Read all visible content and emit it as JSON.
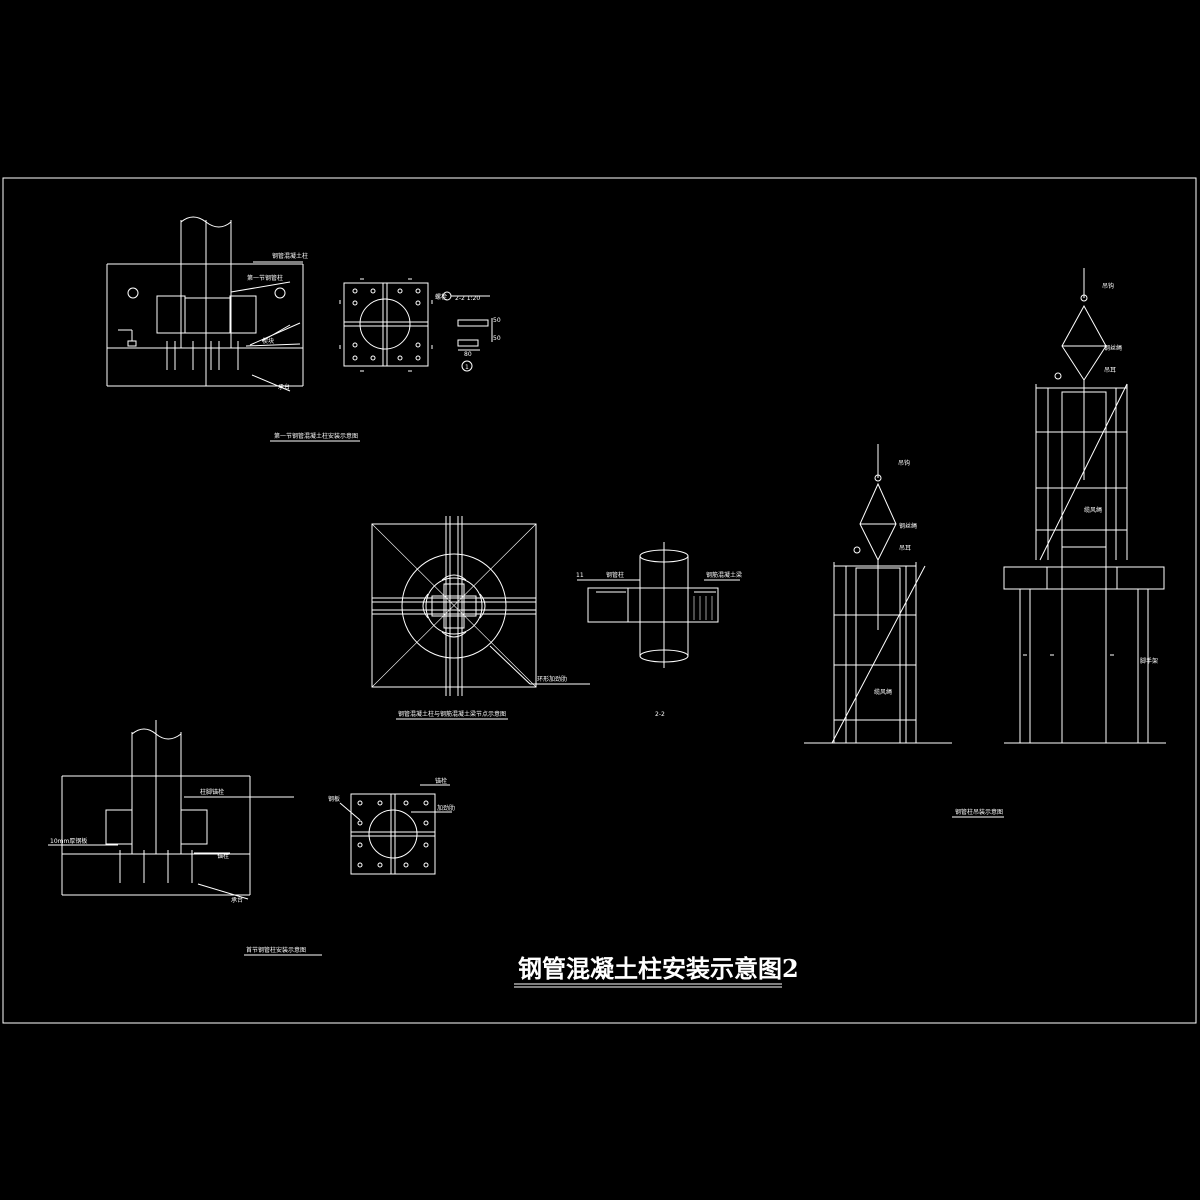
{
  "drawing": {
    "main_title": "钢管混凝土柱安装示意图2"
  },
  "view_top_left": {
    "title": "第一节钢管混凝土柱安装示意图",
    "label_1": "钢管混凝土柱",
    "label_2": "第一节钢管柱",
    "label_3": "楔块",
    "label_4": "承台"
  },
  "view_plan_small_top": {
    "label_1": "螺栓",
    "label_2": "2-2 1:20",
    "dim_a": "50",
    "dim_b": "50",
    "dim_c": "80",
    "section_mark": "1"
  },
  "view_center_plan": {
    "title": "钢管混凝土柱与钢筋混凝土梁节点示意图",
    "label_1": "环形加劲肋"
  },
  "view_section_2": {
    "title": "2-2",
    "label_1": "钢管柱",
    "label_2": "钢筋混凝土梁",
    "label_3": "11"
  },
  "view_right": {
    "title": "钢管柱吊装示意图",
    "label_hook_1": "吊钩",
    "label_cable_1": "钢丝绳",
    "label_ear_1": "吊耳",
    "label_brace_1": "缆风绳",
    "label_hook_2": "吊钩",
    "label_cable_2": "钢丝绳",
    "label_ear_2": "吊耳",
    "label_brace_2": "缆风绳",
    "label_support_2": "脚手架"
  },
  "view_bottom_left": {
    "title": "首节钢管柱安装示意图",
    "label_1": "柱脚锚栓",
    "label_2": "锚栓",
    "label_3": "承台",
    "label_4": "10mm厚钢板"
  },
  "view_bottom_plan": {
    "label_1": "锚栓",
    "label_2": "加劲肋",
    "label_3": "钢板"
  }
}
